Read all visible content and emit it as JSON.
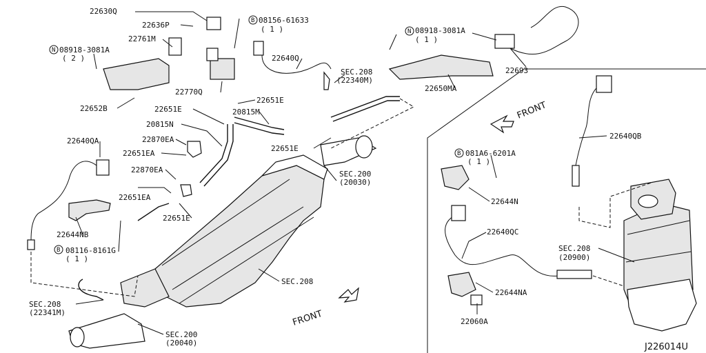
{
  "diagram_id": "J226014U",
  "front_labels": [
    "FRONT",
    "FRONT"
  ],
  "callouts": {
    "p22630q": "22630Q",
    "p22636p": "22636P",
    "b08156_61633": "08156-61633",
    "b08156_61633_qty": "( 1 )",
    "p22761m": "22761M",
    "n08918_3081a_left": "08918-3081A",
    "n08918_3081a_left_qty": "( 2 )",
    "p22640q": "22640Q",
    "n08918_3081a_right": "08918-3081A",
    "n08918_3081a_right_qty": "( 1 )",
    "p22693": "22693",
    "sec208_22340m_a": "SEC.208",
    "sec208_22340m_b": "(22340M)",
    "p22650ma": "22650MA",
    "p22652b": "22652B",
    "p22770q": "22770Q",
    "p22651e_1": "22651E",
    "p22651e_2": "22651E",
    "p20815m": "20815M",
    "p20815n": "20815N",
    "p22870ea_1": "22870EA",
    "p22651ea_1": "22651EA",
    "p22870ea_2": "22870EA",
    "p22651ea_2": "22651EA",
    "p22651e_3": "22651E",
    "p22651e_4": "22651E",
    "p22640qa": "22640QA",
    "p22644nb": "22644NB",
    "b08116_8161g": "08116-8161G",
    "b08116_8161g_qty": "( 1 )",
    "sec200_20030_a": "SEC.200",
    "sec200_20030_b": "(20030)",
    "sec208_main": "SEC.208",
    "sec208_22341m_a": "SEC.208",
    "sec208_22341m_b": "(22341M)",
    "sec200_20040_a": "SEC.200",
    "sec200_20040_b": "(20040)",
    "p22640qb": "22640QB",
    "b081a6_6201a": "081A6-6201A",
    "b081a6_6201a_qty": "( 1 )",
    "p22644n": "22644N",
    "p22640qc": "22640QC",
    "sec208_20900_a": "SEC.208",
    "sec208_20900_b": "(20900)",
    "p22644na": "22644NA",
    "p22060a": "22060A"
  },
  "symbols": {
    "bolt": "B",
    "nut": "N"
  }
}
